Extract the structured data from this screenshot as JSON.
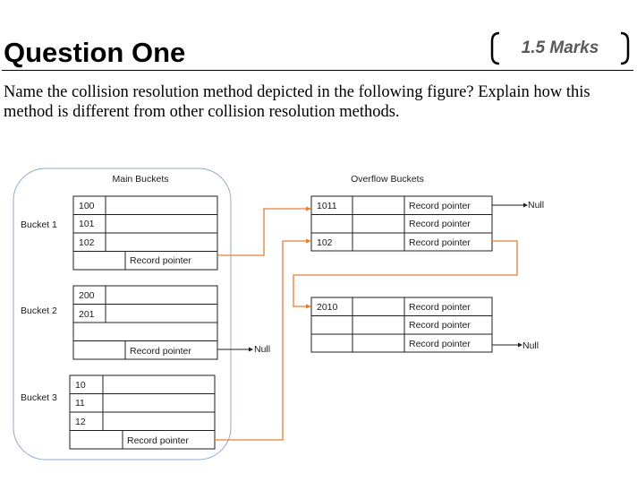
{
  "title": "Question One",
  "marks": "1.5 Marks",
  "question": "Name the collision resolution method depicted in the following figure? Explain how this method is different from other collision resolution methods.",
  "diagram": {
    "main_header": "Main Buckets",
    "overflow_header": "Overflow Buckets",
    "buckets": [
      {
        "label": "Bucket 1",
        "keys": [
          "100",
          "101",
          "102"
        ],
        "pointer": "Record pointer"
      },
      {
        "label": "Bucket 2",
        "keys": [
          "200",
          "201",
          ""
        ],
        "pointer": "Record pointer",
        "null": "Null"
      },
      {
        "label": "Bucket 3",
        "keys": [
          "10",
          "11",
          "12"
        ],
        "pointer": "Record pointer"
      }
    ],
    "overflow": [
      {
        "keys": [
          "1011",
          "",
          "102"
        ],
        "pointers": [
          "Record pointer",
          "Record pointer",
          "Record pointer"
        ],
        "null": "Null"
      },
      {
        "keys": [
          "2010",
          "",
          ""
        ],
        "pointers": [
          "Record pointer",
          "Record pointer",
          "Record pointer"
        ],
        "null": "Null"
      }
    ],
    "colors": {
      "border": "#1f1f1f",
      "container": "#8ea9c8",
      "link": "#e97d2e"
    }
  }
}
